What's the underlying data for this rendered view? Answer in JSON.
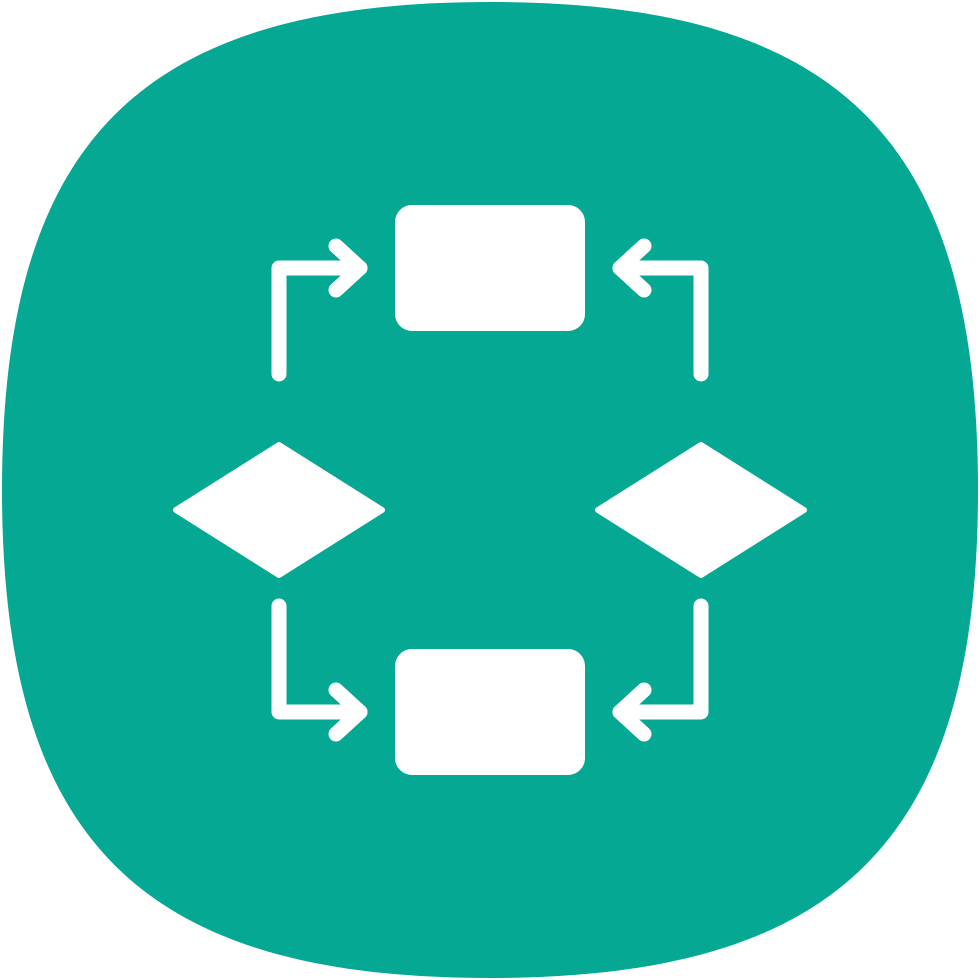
{
  "icon": {
    "name": "flowchart-icon",
    "colors": {
      "background": "#ffffff",
      "squircle": "#05a892",
      "glyph": "#ffffff"
    },
    "parts": [
      "top-process-box",
      "bottom-process-box",
      "left-decision-diamond",
      "right-decision-diamond",
      "top-left-arrow",
      "top-right-arrow",
      "bottom-left-arrow",
      "bottom-right-arrow"
    ]
  }
}
